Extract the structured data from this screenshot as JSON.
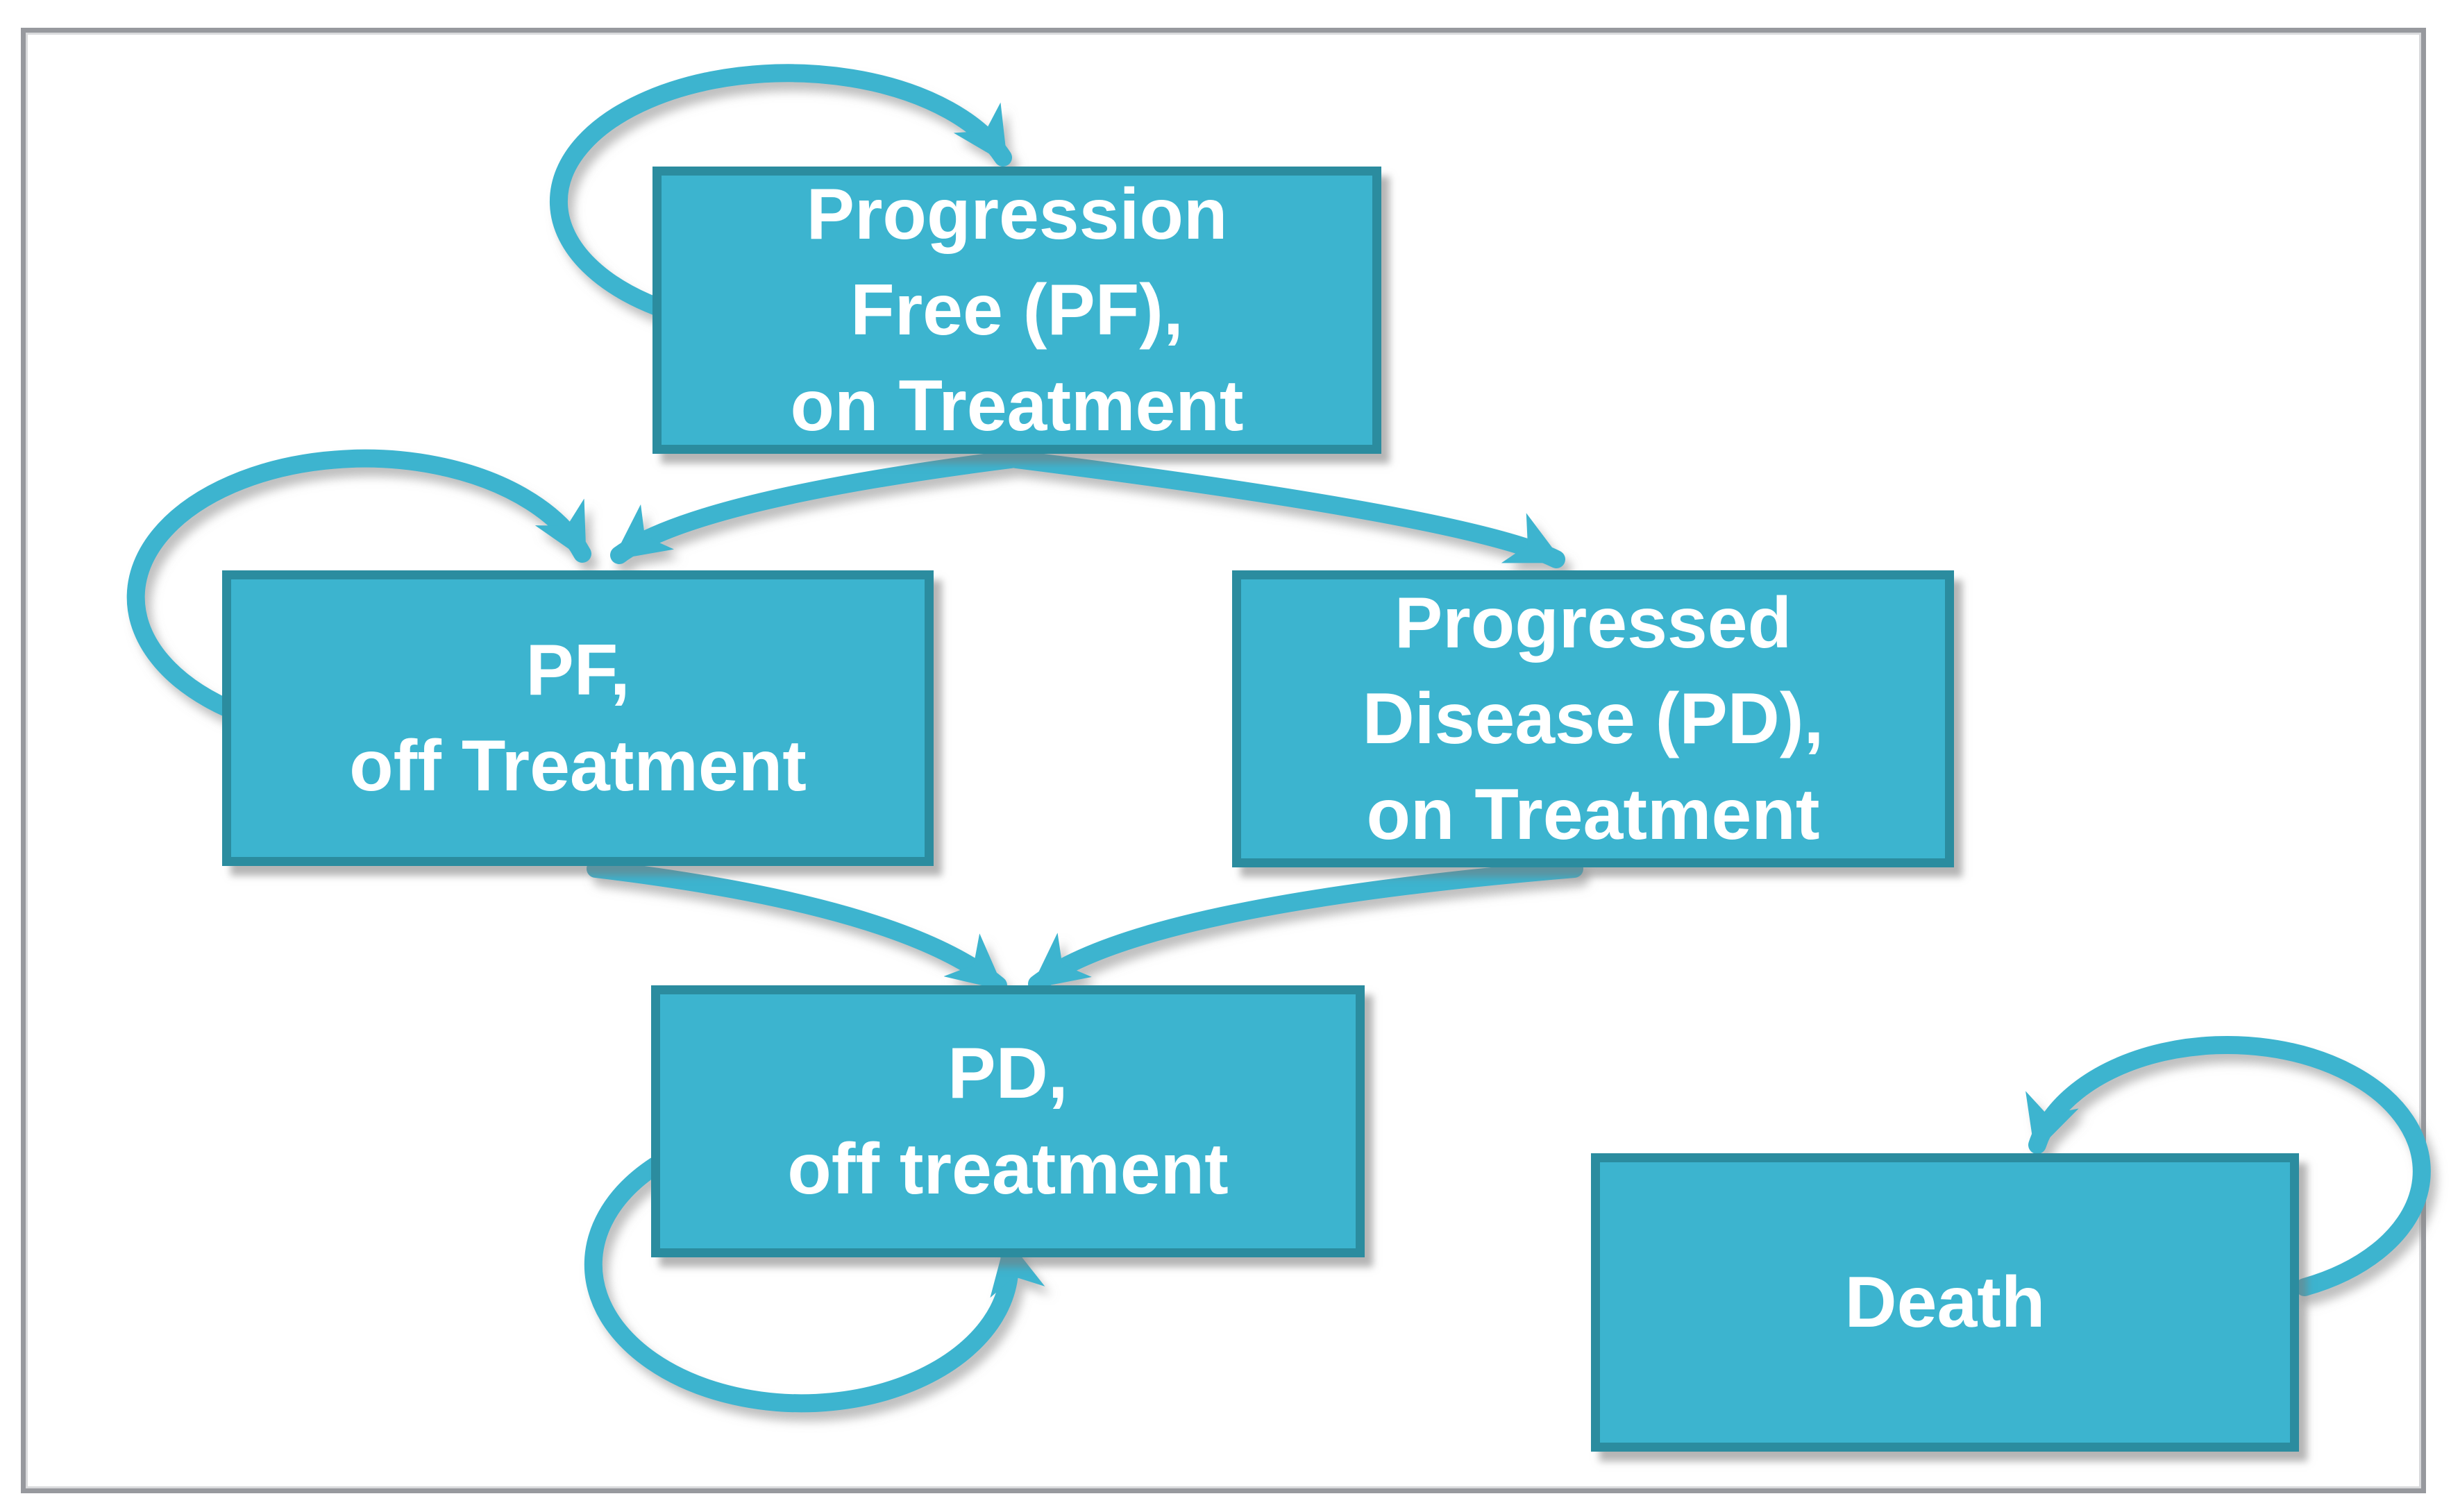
{
  "figure": {
    "type": "markov-state-transition-diagram",
    "background": "#ffffff"
  },
  "colors": {
    "node_fill": "#3CB4CF",
    "node_border": "#2B8C9F",
    "arrow": "#3CB4CF",
    "label_text": "#FFFFFF",
    "frame_border": "#97999E",
    "shadow": "rgba(120,120,120,0.55)"
  },
  "diagram": {
    "nodes": [
      {
        "id": "pf-on-treatment",
        "lines": [
          "Progression",
          "Free (PF),",
          "on Treatment"
        ],
        "self_loop": true
      },
      {
        "id": "pf-off-treatment",
        "lines": [
          "PF,",
          "off Treatment"
        ],
        "self_loop": true
      },
      {
        "id": "pd-on-treatment",
        "lines": [
          "Progressed",
          "Disease (PD),",
          "on Treatment"
        ],
        "self_loop": false
      },
      {
        "id": "pd-off-treatment",
        "lines": [
          "PD,",
          "off treatment"
        ],
        "self_loop": true
      },
      {
        "id": "death",
        "lines": [
          "Death"
        ],
        "self_loop": true
      }
    ],
    "transitions": [
      {
        "from": "pf-on-treatment",
        "to": "pf-on-treatment",
        "kind": "self-loop"
      },
      {
        "from": "pf-on-treatment",
        "to": "pf-off-treatment",
        "kind": "arrow"
      },
      {
        "from": "pf-on-treatment",
        "to": "pd-on-treatment",
        "kind": "arrow"
      },
      {
        "from": "pf-off-treatment",
        "to": "pf-off-treatment",
        "kind": "self-loop"
      },
      {
        "from": "pf-off-treatment",
        "to": "pd-off-treatment",
        "kind": "arrow"
      },
      {
        "from": "pd-on-treatment",
        "to": "pd-off-treatment",
        "kind": "arrow"
      },
      {
        "from": "pd-off-treatment",
        "to": "pd-off-treatment",
        "kind": "self-loop"
      },
      {
        "from": "death",
        "to": "death",
        "kind": "self-loop"
      }
    ]
  }
}
